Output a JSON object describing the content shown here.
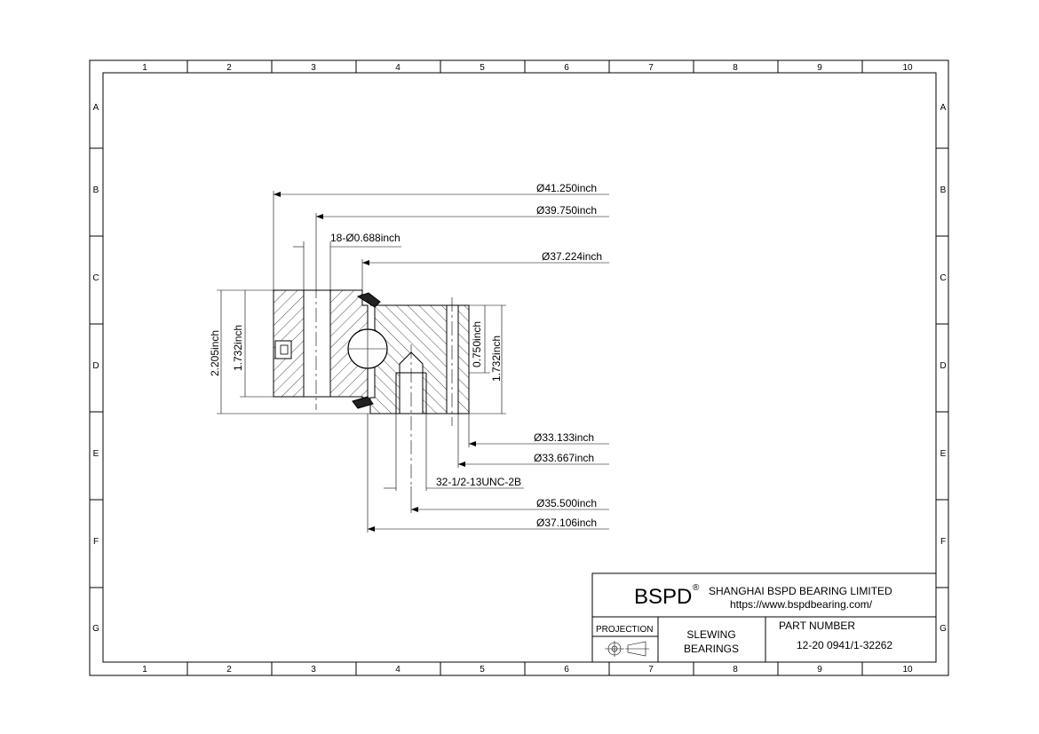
{
  "frame": {
    "columns": [
      "1",
      "2",
      "3",
      "4",
      "5",
      "6",
      "7",
      "8",
      "9",
      "10"
    ],
    "rows": [
      "A",
      "B",
      "C",
      "D",
      "E",
      "F",
      "G"
    ]
  },
  "dimensions": {
    "od_outer": "Ø41.250inch",
    "bolt_outer": "Ø39.750inch",
    "holes": "18-Ø0.688inch",
    "od_37224": "Ø37.224inch",
    "height_total": "2.205inch",
    "height_outer": "1.732inch",
    "height_inner": "1.732inch",
    "gap": "0.750inch",
    "id_33133": "Ø33.133inch",
    "id_33667": "Ø33.667inch",
    "thread": "32-1/2-13UNC-2B",
    "bolt_inner": "Ø35.500inch",
    "id_37106": "Ø37.106inch"
  },
  "title_block": {
    "logo": "BSPD",
    "registered": "®",
    "company": "SHANGHAI BSPD BEARING LIMITED",
    "url": "https://www.bspdbearing.com/",
    "projection_label": "PROJECTION",
    "product_line1": "SLEWING",
    "product_line2": "BEARINGS",
    "part_number_label": "PART  NUMBER",
    "part_number": "12-20 0941/1-32262"
  }
}
